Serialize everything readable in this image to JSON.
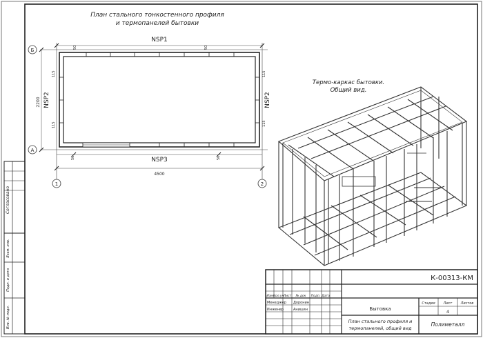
{
  "plan": {
    "title_line1": "План стального тонкостенного профиля",
    "title_line2": "и термопанелей бытовки",
    "label_top": "NSP1",
    "label_bottom": "NSP3",
    "label_left": "NSP2",
    "label_right": "NSP2",
    "dim_height": "2200",
    "dim_width": "4500",
    "dim_50": "50",
    "dim_115": "115",
    "axis_b": "Б",
    "axis_a": "А",
    "axis_1": "1",
    "axis_2": "2"
  },
  "view3d": {
    "title_line1": "Термо-каркас бытовки.",
    "title_line2": "Общий вид."
  },
  "side_strip": {
    "label_agreed": "Согласовано",
    "label_inv_podl": "Инв. № подл.",
    "label_podp_data": "Подп. и дата",
    "label_vzam_inv": "Взам. инв."
  },
  "title_block": {
    "doc_code": "К-00313-КМ",
    "col_izm": "Изм",
    "col_kolуch": "Кол.уч",
    "col_list": "Лист",
    "col_ndok": "№ док",
    "col_podp": "Подп.",
    "col_data": "Дата",
    "role1": "Менеджер",
    "name1": "Доронин",
    "role2": "Инженер",
    "name2": "Анишин",
    "object_name": "Бытовка",
    "sheet_title_line1": "План стального профиля и",
    "sheet_title_line2": "термопанелей, общий вид",
    "col_stadiya": "Стадия",
    "col_list2": "Лист",
    "col_listov": "Листов",
    "sheet_num": "4",
    "company": "Полиметалл"
  }
}
